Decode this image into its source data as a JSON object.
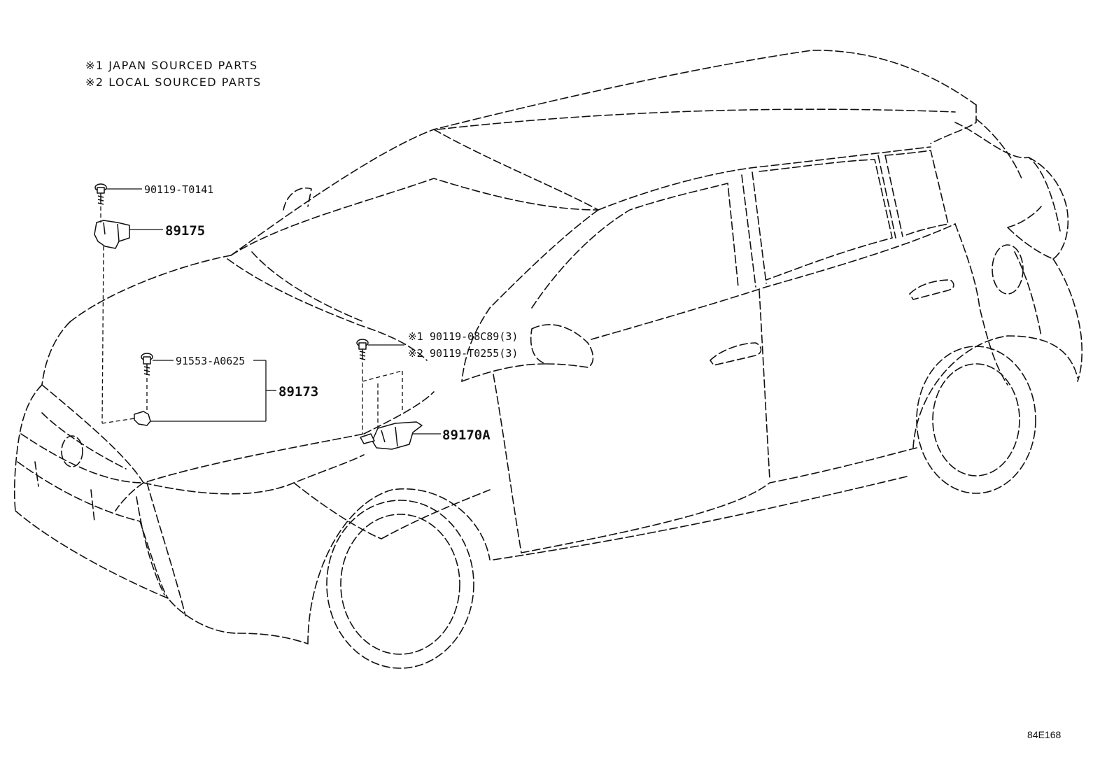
{
  "notes": [
    {
      "marker": "※1",
      "text": "JAPAN SOURCED PARTS"
    },
    {
      "marker": "※2",
      "text": "LOCAL SOURCED PARTS"
    }
  ],
  "parts": {
    "bolt_top": "90119-T0141",
    "sensor_89175": "89175",
    "bolt_left": "91553-A0625",
    "sensor_89173": "89173",
    "bolt_center_1": {
      "marker": "※1",
      "number": "90119-08C89(3)"
    },
    "bolt_center_2": {
      "marker": "※2",
      "number": "90119-T0255(3)"
    },
    "sensor_89170A": "89170A"
  },
  "diagram_ref": "84E168"
}
